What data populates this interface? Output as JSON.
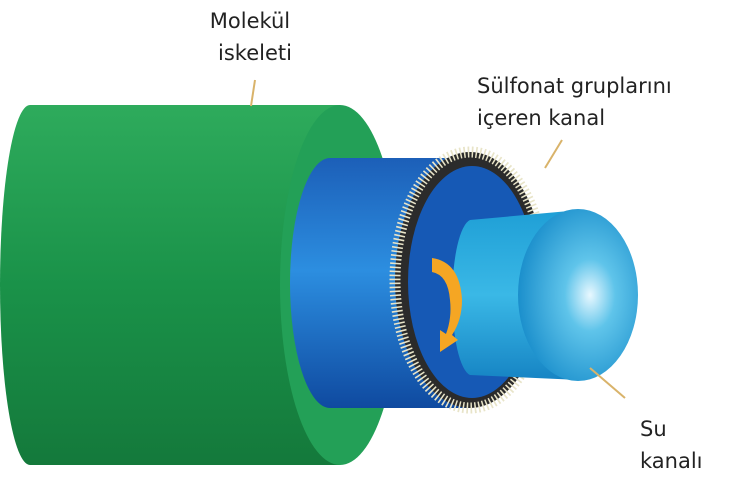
{
  "labels": {
    "backbone": [
      "Molekül",
      "iskeleti"
    ],
    "sulfonate_channel": [
      "Sülfonat gruplarını",
      "içeren kanal"
    ],
    "water_channel": [
      "Su",
      "kanalı"
    ]
  },
  "colors": {
    "green": "#1f9a4e",
    "blue": "#1565c0",
    "light_blue": "#29a9d8",
    "arrow": "#f5a623",
    "leader": "#d9b36a"
  }
}
